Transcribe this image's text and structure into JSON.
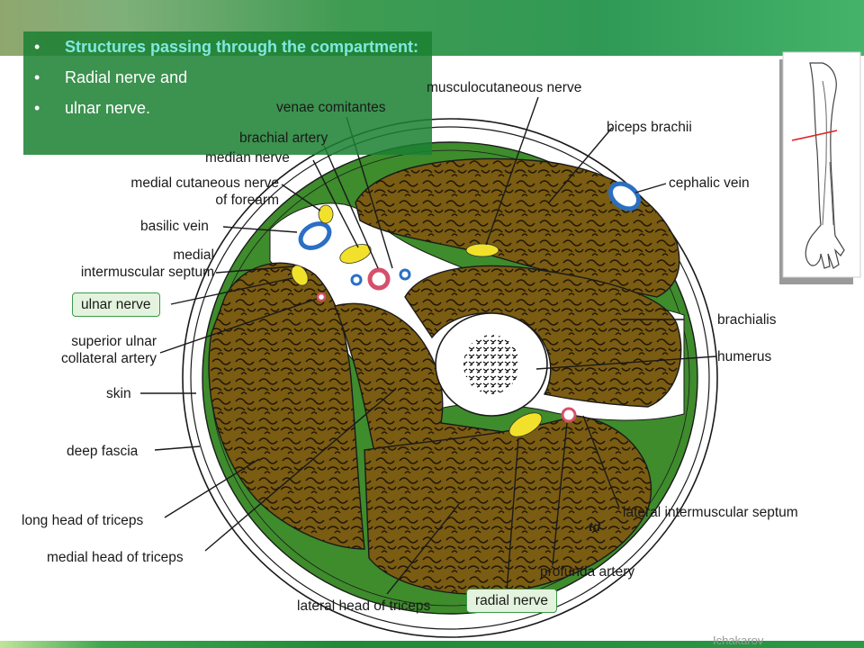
{
  "slide": {
    "bullets": [
      "Structures passing through the compartment:",
      "Radial nerve and",
      "ulnar nerve."
    ]
  },
  "diagram": {
    "labels": {
      "venae_comitantes": "venae comitantes",
      "musculocutaneous_nerve": "musculocutaneous nerve",
      "brachial_artery": "brachial artery",
      "median_nerve": "median nerve",
      "biceps_brachii": "biceps brachii",
      "medial_cutaneous_nerve_1": "medial cutaneous nerve",
      "medial_cutaneous_nerve_2": "of forearm",
      "cephalic_vein": "cephalic vein",
      "basilic_vein": "basilic vein",
      "medial_septum_1": "medial",
      "medial_septum_2": "intermuscular septum",
      "ulnar_nerve": "ulnar nerve",
      "superior_ulnar_1": "superior ulnar",
      "superior_ulnar_2": "collateral artery",
      "brachialis": "brachialis",
      "humerus": "humerus",
      "skin": "skin",
      "deep_fascia": "deep fascia",
      "lateral_septum": "lateral intermuscular septum",
      "long_head": "long head of triceps",
      "medial_head": "medial head of triceps",
      "profunda_artery": "profunda artery",
      "radial_nerve": "radial nerve",
      "lateral_head": "lateral head of triceps",
      "initials": "td"
    }
  },
  "footer": {
    "credit": "Ichakarov"
  },
  "colors": {
    "muscle": "#7a5c12",
    "fascia": "#3e8c2c",
    "nerve": "#f2e12a",
    "vein": "#2a6fc4",
    "artery": "#d64f6a",
    "highlight_text": "#7fe9df",
    "bullet_panel": "#1c8032"
  }
}
